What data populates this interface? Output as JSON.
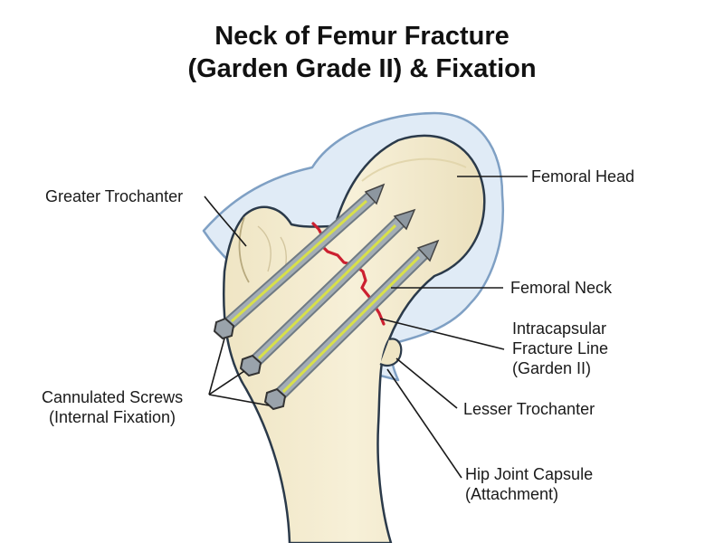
{
  "title": {
    "line1": "Neck of Femur Fracture",
    "line2": "(Garden Grade II) & Fixation"
  },
  "labels": {
    "greater_trochanter": "Greater Trochanter",
    "femoral_head": "Femoral Head",
    "femoral_neck": "Femoral Neck",
    "fracture_line": [
      "Intracapsular",
      "Fracture Line",
      "(Garden II)"
    ],
    "screws": [
      "Cannulated Screws",
      "(Internal Fixation)"
    ],
    "lesser_trochanter": "Lesser Trochanter",
    "capsule": [
      "Hip Joint Capsule",
      "(Attachment)"
    ]
  },
  "colors": {
    "bone_fill": "#f4ecd0",
    "bone_outline": "#2b3a4a",
    "capsule_fill": "#dbe8f5",
    "capsule_outline": "#7fa0c4",
    "fracture": "#cc2030",
    "screw_body": "#8d97a0",
    "screw_highlight": "#d8e04a"
  }
}
